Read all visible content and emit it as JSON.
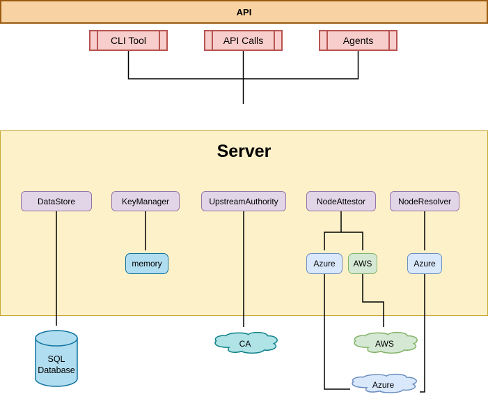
{
  "palette": {
    "client_fill": "#f8cecc",
    "client_stroke": "#b85450",
    "api_fill": "#f8d2a2",
    "api_stroke": "#9a5b10",
    "server_fill": "#fdf1c9",
    "server_stroke": "#c9a837",
    "plugin_fill": "#e1d5e7",
    "plugin_stroke": "#9673a6",
    "blue_fill": "#dae8fc",
    "blue_stroke": "#6c8ebf",
    "green_fill": "#d5e8d4",
    "green_stroke": "#82b366",
    "teal_fill": "#b0e3e6",
    "teal_stroke": "#0e8088",
    "storage_fill": "#b1ddf0",
    "storage_stroke": "#10739e",
    "connector": "#000000"
  },
  "clients": [
    {
      "label": "CLI Tool"
    },
    {
      "label": "API Calls"
    },
    {
      "label": "Agents"
    }
  ],
  "api_band": {
    "label": "API"
  },
  "server": {
    "title": "Server",
    "plugins": [
      {
        "label": "DataStore"
      },
      {
        "label": "KeyManager"
      },
      {
        "label": "UpstreamAuthority"
      },
      {
        "label": "NodeAttestor"
      },
      {
        "label": "NodeResolver"
      }
    ],
    "implementations": [
      {
        "label": "memory"
      },
      {
        "label": "Azure"
      },
      {
        "label": "AWS"
      },
      {
        "label": "Azure"
      }
    ]
  },
  "externals": {
    "sql_database": {
      "line1": "SQL",
      "line2": "Database"
    },
    "ca_cloud": {
      "label": "CA"
    },
    "aws_cloud": {
      "label": "AWS"
    },
    "azure_cloud": {
      "label": "Azure"
    }
  }
}
